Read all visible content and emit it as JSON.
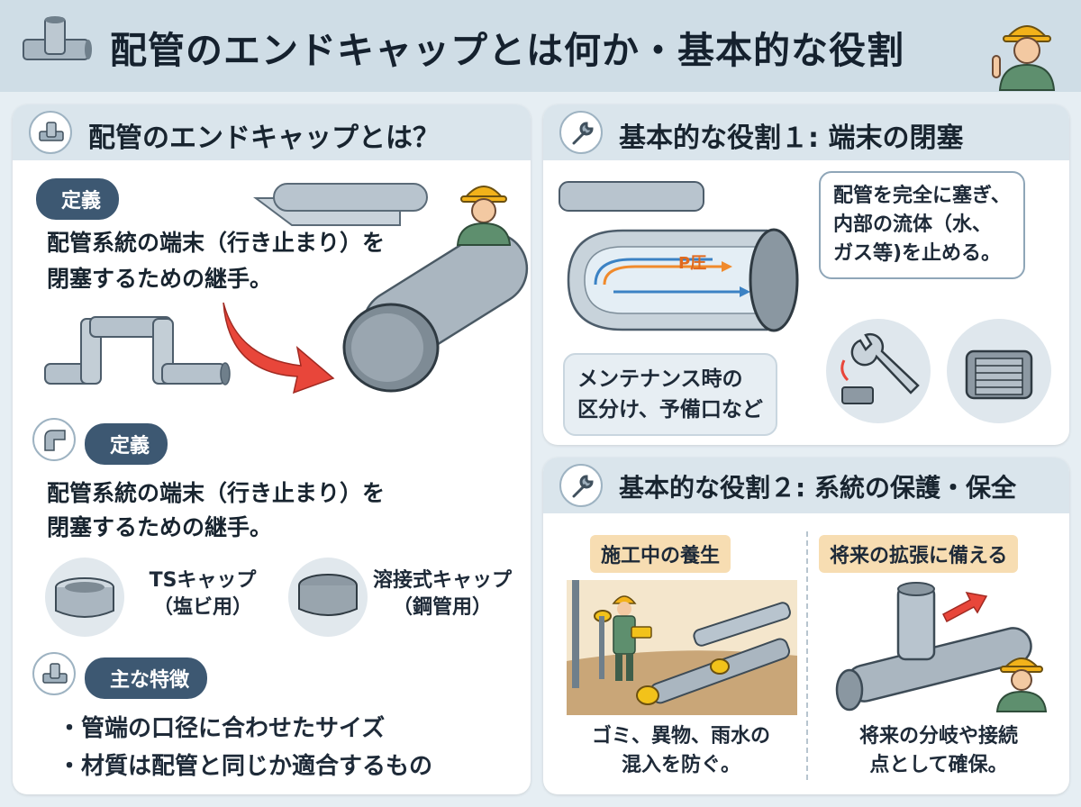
{
  "header": {
    "title": "配管のエンドキャップとは何か・基本的な役割",
    "icons": [
      "pipe-tee-icon",
      "worker-icon"
    ]
  },
  "left_panel": {
    "title": "配管のエンドキャップとは？",
    "definition_1": {
      "pill": "定義",
      "line1": "配管系統の端末（行き止まり）を",
      "line2": "閉塞するための継手。"
    },
    "definition_2": {
      "pill": "定義",
      "line1": "配管系統の端末（行き止まり）を",
      "line2": "閉塞するための継手。"
    },
    "cap_types": [
      {
        "line1": "TSキャップ",
        "line2": "（塩ビ用）"
      },
      {
        "line1": "溶接式キャップ",
        "line2": "（鋼管用）"
      }
    ],
    "features": {
      "pill": "主な特徴",
      "items": [
        "・管端の口径に合わせたサイズ",
        "・材質は配管と同じか適合するもの"
      ]
    }
  },
  "role1_panel": {
    "title": "基本的な役割１: 端末の閉塞",
    "pressure_label": "P圧",
    "callout_top": {
      "line1": "配管を完全に塞ぎ、",
      "line2": "内部の流体（水、",
      "line3": "ガス等)を止める。"
    },
    "callout_bottom": {
      "line1": "メンテナンス時の",
      "line2": "区分け、予備口など"
    }
  },
  "role2_panel": {
    "title": "基本的な役割２: 系統の保護・保全",
    "left": {
      "tag": "施工中の養生",
      "line1": "ゴミ、異物、雨水の",
      "line2": "混入を防ぐ。"
    },
    "right": {
      "tag": "将来の拡張に備える",
      "line1": "将来の分岐や接続",
      "line2": "点として確保。"
    }
  },
  "colors": {
    "header_bg": "#cfdde6",
    "pill_bg": "#3d5872",
    "tag_bg": "#f7ddb2",
    "arrow_red": "#e8463a",
    "flow_blue": "#3b82c4",
    "flow_orange": "#f08a2c"
  }
}
